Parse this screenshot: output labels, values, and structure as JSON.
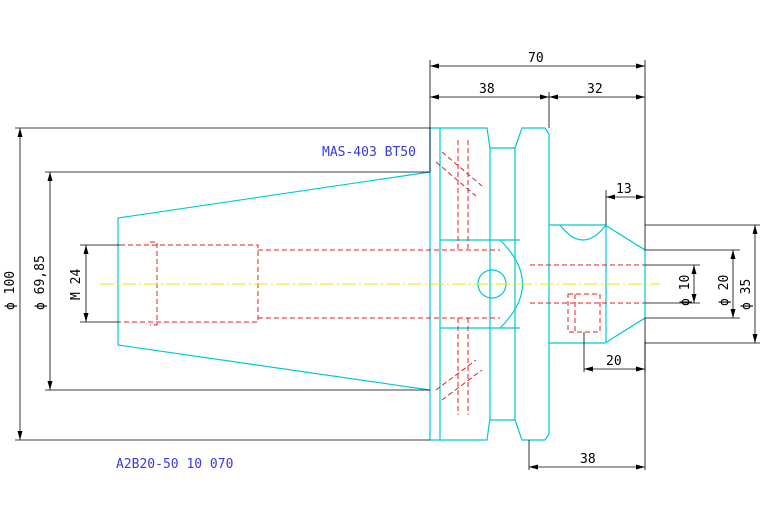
{
  "labels": {
    "standard": "MAS-403 BT50",
    "part_number": "A2B20-50 10 070"
  },
  "dimensions": {
    "total_length": "70",
    "flange_to_gauge": "38",
    "projection": "32",
    "nose_length": "13",
    "bore": "ϕ 10",
    "nose_dia_small": "ϕ 20",
    "nose_dia_large": "ϕ 35",
    "screw_offset": "20",
    "body_length": "38",
    "flange_dia": "ϕ 100",
    "taper_dia": "ϕ 69,85",
    "thread": "M 24"
  },
  "colors": {
    "outline": "#00c8d8",
    "hidden": "#e02020",
    "center": "#e8e800",
    "dimension": "#000000",
    "label": "#3a3ad8"
  }
}
